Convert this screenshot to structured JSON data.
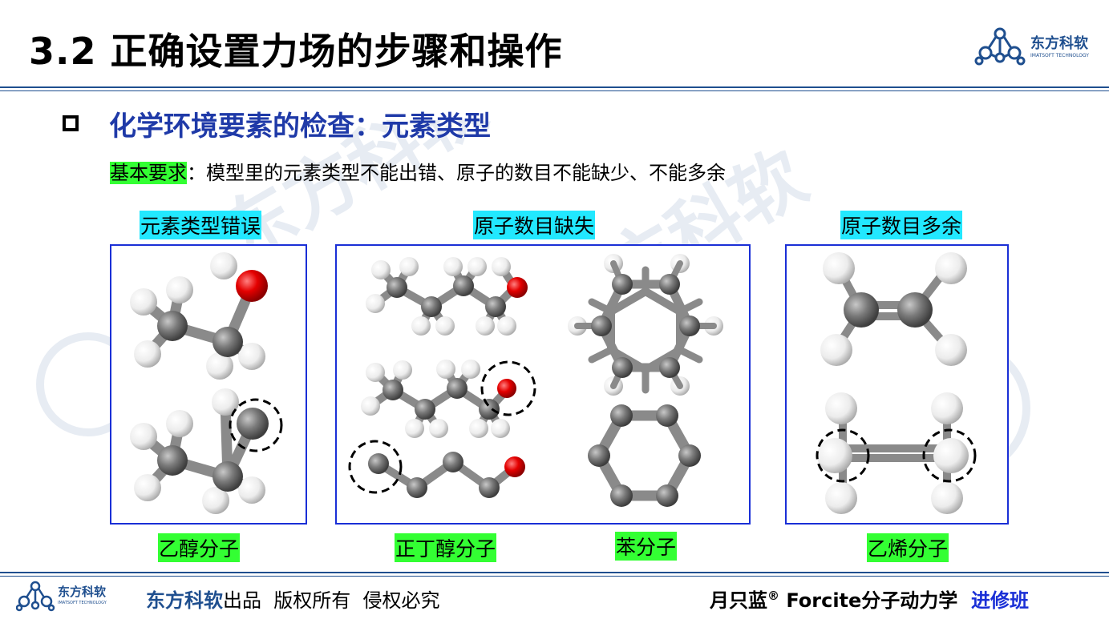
{
  "header": {
    "title": "3.2 正确设置力场的步骤和操作",
    "logo_cn": "东方科软",
    "logo_en": "IMATSOFT TECHNOLOGY"
  },
  "section": {
    "heading": "化学环境要素的检查：元素类型",
    "requirement_label": "基本要求",
    "requirement_text": "：模型里的元素类型不能出错、原子的数目不能缺少、不能多余"
  },
  "panels": {
    "left": {
      "title": "元素类型错误",
      "caption": "乙醇分子"
    },
    "middle": {
      "title": "原子数目缺失",
      "caption_left": "正丁醇分子",
      "caption_right": "苯分子"
    },
    "right": {
      "title": "原子数目多余",
      "caption": "乙烯分子"
    }
  },
  "footer": {
    "logo_cn": "东方科软",
    "logo_en": "IMATSOFT TECHNOLOGY",
    "brand": "东方科软",
    "notice": "出品  版权所有  侵权必究",
    "course_prefix": "月只蓝",
    "course_reg": "®",
    "course_main": " Forcite分子动力学  ",
    "course_suffix": "进修班"
  },
  "colors": {
    "accent_blue": "#1a2fd6",
    "heading_blue": "#1f3aa8",
    "highlight_green": "#33ff33",
    "highlight_cyan": "#22e8ff",
    "carbon": "#6e6e6e",
    "hydrogen": "#f2f2f2",
    "oxygen": "#e00000"
  }
}
